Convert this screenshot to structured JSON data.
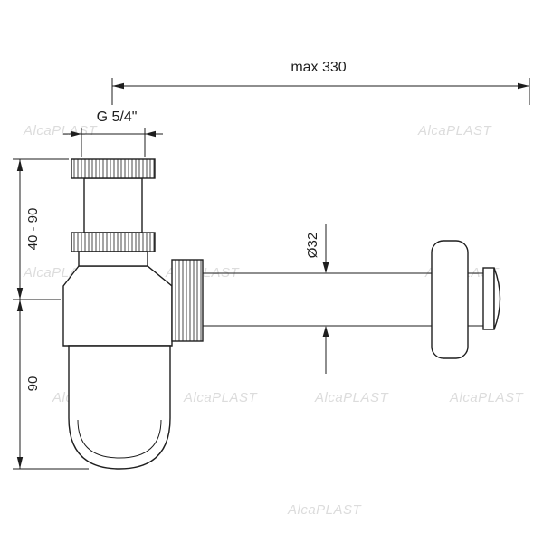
{
  "diagram": {
    "labels": {
      "max_width": "max 330",
      "thread_size": "G 5/4\"",
      "inlet_height_range": "40 - 90",
      "body_height": "90",
      "pipe_diameter": "Ø32"
    },
    "watermark": "AlcaPLAST",
    "colors": {
      "line": "#1e1e1e",
      "watermark": "#c6c6c6",
      "background": "#ffffff"
    }
  }
}
